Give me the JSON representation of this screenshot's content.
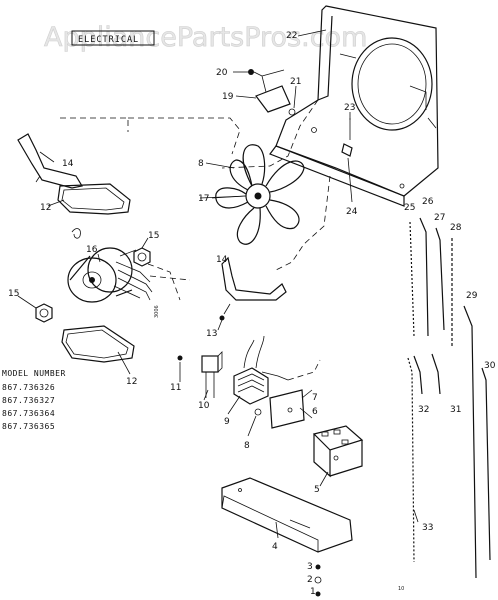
{
  "watermark": "AppliancePartsPros.com",
  "section_label": "ELECTRICAL",
  "model_block": {
    "heading": "MODEL NUMBER",
    "models": [
      "867.736326",
      "867.736327",
      "867.736364",
      "867.736365"
    ]
  },
  "small_text": "3006",
  "footer_mark": "10",
  "callouts": {
    "c1": "1",
    "c2": "2",
    "c3": "3",
    "c4": "4",
    "c5": "5",
    "c6": "6",
    "c7": "7",
    "c8": "8",
    "c9": "9",
    "c10": "10",
    "c11": "11",
    "c12": "12",
    "c12b": "12",
    "c13": "13",
    "c14": "14",
    "c14b": "14",
    "c15": "15",
    "c15b": "15",
    "c16": "16",
    "c17": "17",
    "c18": "8",
    "c19": "19",
    "c20": "20",
    "c21": "21",
    "c22": "22",
    "c23": "23",
    "c24": "24",
    "c25": "25",
    "c26": "26",
    "c27": "27",
    "c28": "28",
    "c29": "29",
    "c30": "30",
    "c31": "31",
    "c32": "32",
    "c33": "33"
  }
}
